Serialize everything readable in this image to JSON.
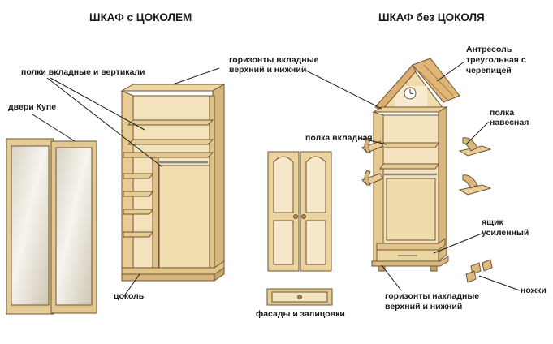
{
  "titles": {
    "with_plinth": "ШКАФ с ЦОКОЛЕМ",
    "without_plinth": "ШКАФ без ЦОКОЛЯ"
  },
  "labels": {
    "shelves_inserted_verticals": "полки вкладные и вертикали",
    "doors_coupe": "двери Купе",
    "horizons_inserted_line1": "горизонты  вкладные",
    "horizons_inserted_line2": "верхний и нижний",
    "plinth": "цоколь",
    "facades": "фасады и залицовки",
    "mezzanine_line1": "Антресоль",
    "mezzanine_line2": "треугольная с",
    "mezzanine_line3": "черепицей",
    "shelf_inserted": "полка вкладная",
    "shelf_hanging_line1": "полка",
    "shelf_hanging_line2": "навесная",
    "drawer_line1": "ящик",
    "drawer_line2": "усиленный",
    "legs": "ножки",
    "horizons_overlay_line1": "горизонты накладные",
    "horizons_overlay_line2": "верхний и нижний"
  },
  "colors": {
    "wood_light": "#f3dfb3",
    "wood_mid": "#e8c98f",
    "wood_dark": "#c9a46a",
    "outline": "#6b5535",
    "roof": "#e0b577"
  }
}
